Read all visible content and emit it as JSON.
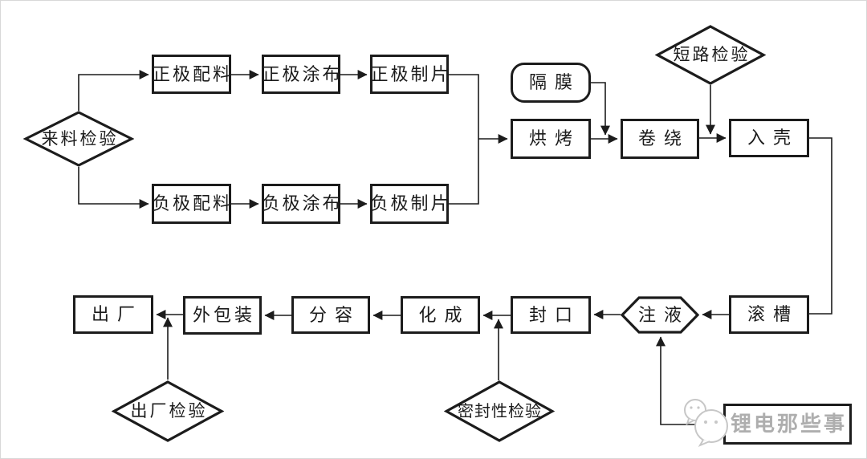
{
  "diagram": {
    "nodes": {
      "incoming_inspection": {
        "label": "来料检验",
        "shape": "diamond"
      },
      "cathode_batching": {
        "label": "正极配料",
        "shape": "rect"
      },
      "cathode_coating": {
        "label": "正极涂布",
        "shape": "rect"
      },
      "cathode_sheeting": {
        "label": "正极制片",
        "shape": "rect"
      },
      "anode_batching": {
        "label": "负极配料",
        "shape": "rect"
      },
      "anode_coating": {
        "label": "负极涂布",
        "shape": "rect"
      },
      "anode_sheeting": {
        "label": "负极制片",
        "shape": "rect"
      },
      "separator": {
        "label": "隔膜",
        "shape": "rounded"
      },
      "baking": {
        "label": "烘烤",
        "shape": "rect"
      },
      "winding": {
        "label": "卷绕",
        "shape": "rect"
      },
      "short_circuit_test": {
        "label": "短路检验",
        "shape": "diamond"
      },
      "casing": {
        "label": "入壳",
        "shape": "rect"
      },
      "grooving": {
        "label": "滚槽",
        "shape": "rect"
      },
      "electrolyte_filling": {
        "label": "注液",
        "shape": "hexagon"
      },
      "sealing": {
        "label": "封口",
        "shape": "rect"
      },
      "formation": {
        "label": "化成",
        "shape": "rect"
      },
      "capacity_grading": {
        "label": "分容",
        "shape": "rect"
      },
      "outer_packaging": {
        "label": "外包装",
        "shape": "rect"
      },
      "shipping": {
        "label": "出厂",
        "shape": "rect"
      },
      "shipping_inspection": {
        "label": "出厂检验",
        "shape": "diamond"
      },
      "seal_test": {
        "label": "密封性检验",
        "shape": "diamond"
      }
    },
    "edges": [
      {
        "from": "来料检验",
        "to": "正极配料"
      },
      {
        "from": "来料检验",
        "to": "负极配料"
      },
      {
        "from": "正极配料",
        "to": "正极涂布"
      },
      {
        "from": "正极涂布",
        "to": "正极制片"
      },
      {
        "from": "负极配料",
        "to": "负极涂布"
      },
      {
        "from": "负极涂布",
        "to": "负极制片"
      },
      {
        "from": "正极制片",
        "to": "烘烤"
      },
      {
        "from": "负极制片",
        "to": "烘烤"
      },
      {
        "from": "隔膜",
        "to": "卷绕"
      },
      {
        "from": "烘烤",
        "to": "卷绕"
      },
      {
        "from": "短路检验",
        "to": "入壳"
      },
      {
        "from": "卷绕",
        "to": "入壳"
      },
      {
        "from": "入壳",
        "to": "滚槽"
      },
      {
        "from": "滚槽",
        "to": "注液"
      },
      {
        "from": "注液",
        "to": "封口"
      },
      {
        "from": "封口",
        "to": "化成"
      },
      {
        "from": "密封性检验",
        "to": "化成"
      },
      {
        "from": "化成",
        "to": "分容"
      },
      {
        "from": "分容",
        "to": "外包装"
      },
      {
        "from": "外包装",
        "to": "出厂"
      },
      {
        "from": "出厂检验",
        "to": "出厂"
      },
      {
        "from": "锂电那些事",
        "to": "注液"
      }
    ],
    "colors": {
      "stroke": "#1c1c1c",
      "background": "#ffffff",
      "watermark_gray": "#aeaeae"
    }
  },
  "watermark": {
    "text": "锂电那些事",
    "icon": "wechat-bubbles"
  }
}
